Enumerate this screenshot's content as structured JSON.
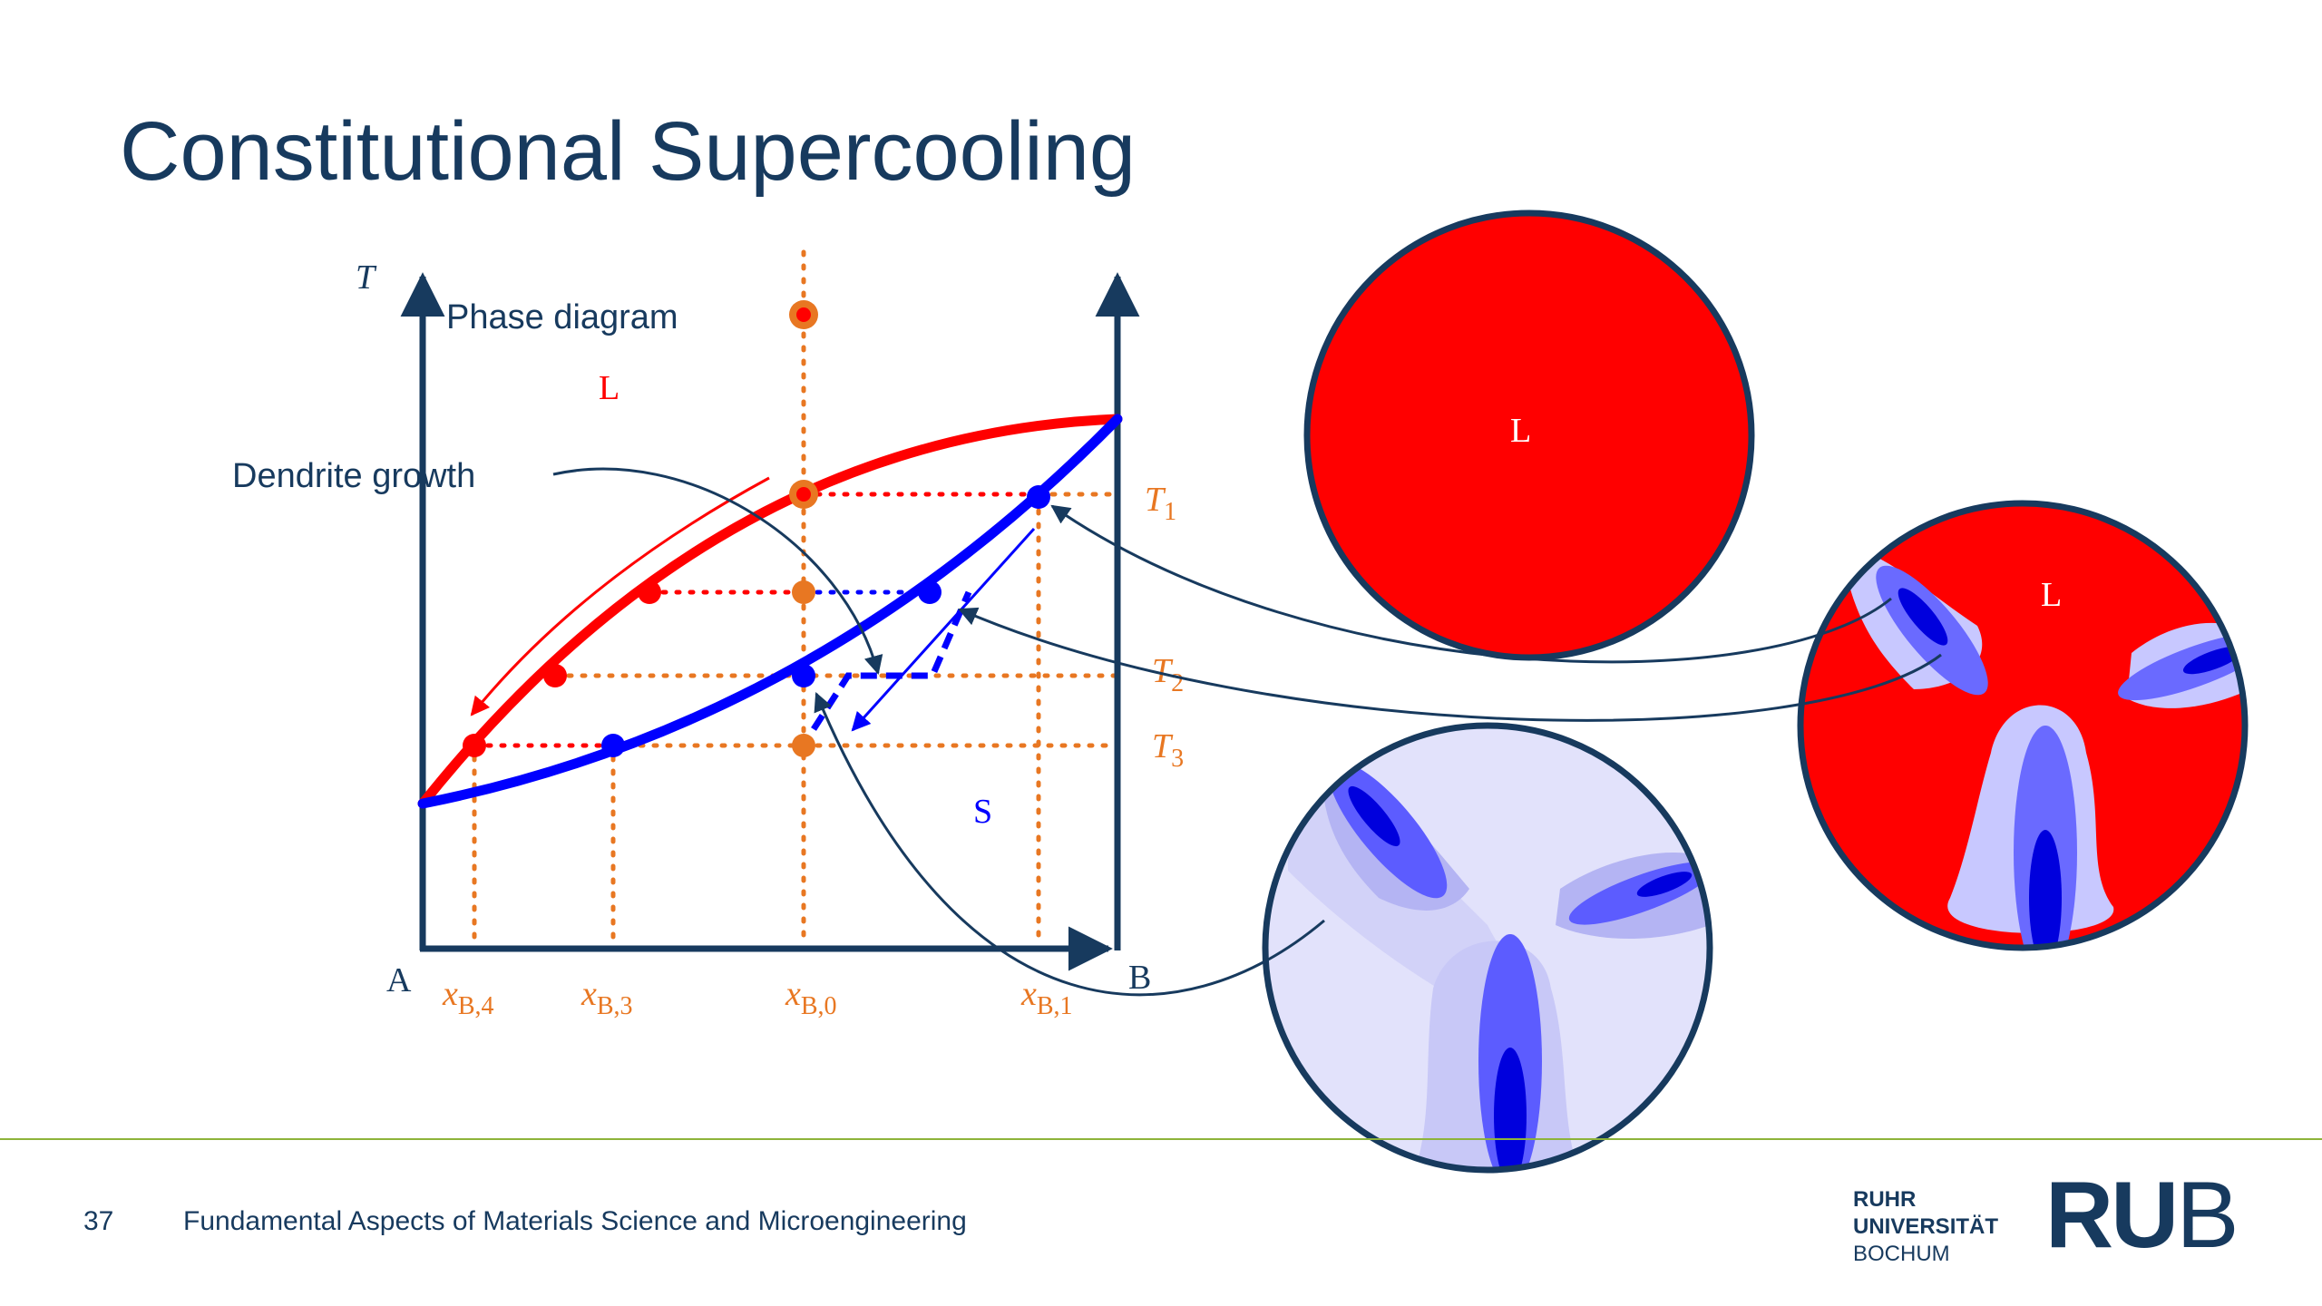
{
  "slide": {
    "title": "Constitutional Supercooling",
    "page_number": "37",
    "footer_text": "Fundamental Aspects of Materials Science and Microengineering"
  },
  "logo": {
    "line1": "RUHR",
    "line2": "UNIVERSITÄT",
    "line3": "BOCHUM",
    "mark_bold": "RU",
    "mark_light": "B"
  },
  "diagram": {
    "axis_t": "T",
    "label_phase": "Phase diagram",
    "label_liquid": "L",
    "label_solid": "S",
    "label_a": "A",
    "label_b": "B",
    "label_dendrite": "Dendrite growth",
    "temps": [
      {
        "sym": "T",
        "sub": "1"
      },
      {
        "sym": "T",
        "sub": "2"
      },
      {
        "sym": "T",
        "sub": "3"
      }
    ],
    "compositions": [
      {
        "sym": "x",
        "sub": "B,4"
      },
      {
        "sym": "x",
        "sub": "B,3"
      },
      {
        "sym": "x",
        "sub": "B,0"
      },
      {
        "sym": "x",
        "sub": "B,1"
      }
    ],
    "circle_liquid_label": "L",
    "circle_dendrite_label": "L"
  },
  "colors": {
    "navy": "#173a5e",
    "liquidus": "#ff0000",
    "solidus": "#0000ff",
    "orange": "#e87722",
    "footer_line": "#8db33a"
  }
}
